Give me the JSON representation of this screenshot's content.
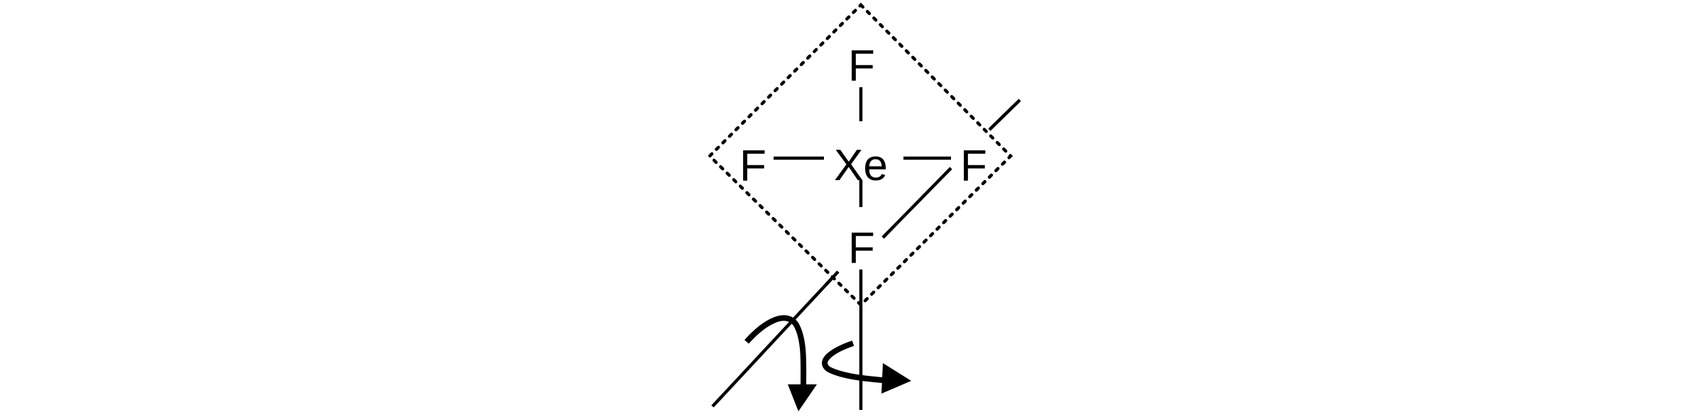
{
  "molecule": {
    "central_atom": "Xe",
    "ligands": {
      "top": "F",
      "left": "F",
      "right": "F",
      "bottom": "F"
    }
  },
  "symmetry_elements": [
    {
      "kind": "rotation-axis",
      "orientation": "perpendicular",
      "arrow": "horizontal"
    },
    {
      "kind": "rotation-axis",
      "orientation": "diagonal",
      "arrow": "vertical"
    }
  ]
}
